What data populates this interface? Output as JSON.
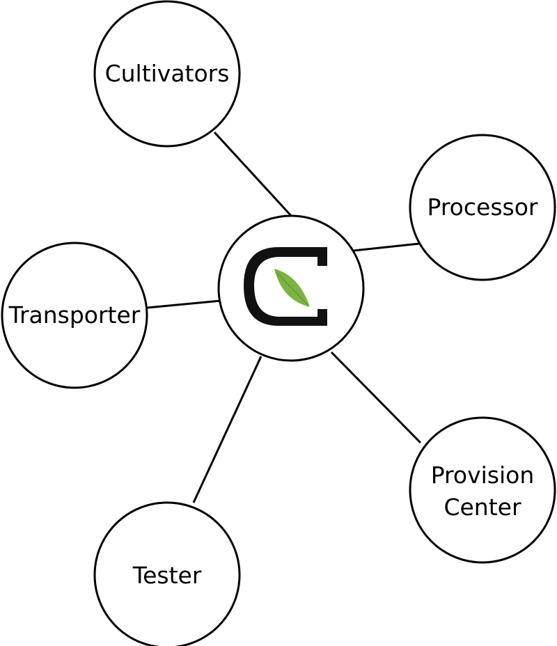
{
  "nodes": {
    "cultivators": {
      "label": "Cultivators"
    },
    "processor": {
      "label": "Processor"
    },
    "transporter": {
      "label": "Transporter"
    },
    "provision_center": {
      "label_line1": "Provision",
      "label_line2": "Center"
    },
    "tester": {
      "label": "Tester"
    }
  },
  "hub": {
    "logo_icon": "c-leaf-logo-icon"
  },
  "colors": {
    "stroke": "#000000",
    "background": "#ffffff",
    "logo_black": "#111111",
    "leaf_green": "#7cb342"
  }
}
